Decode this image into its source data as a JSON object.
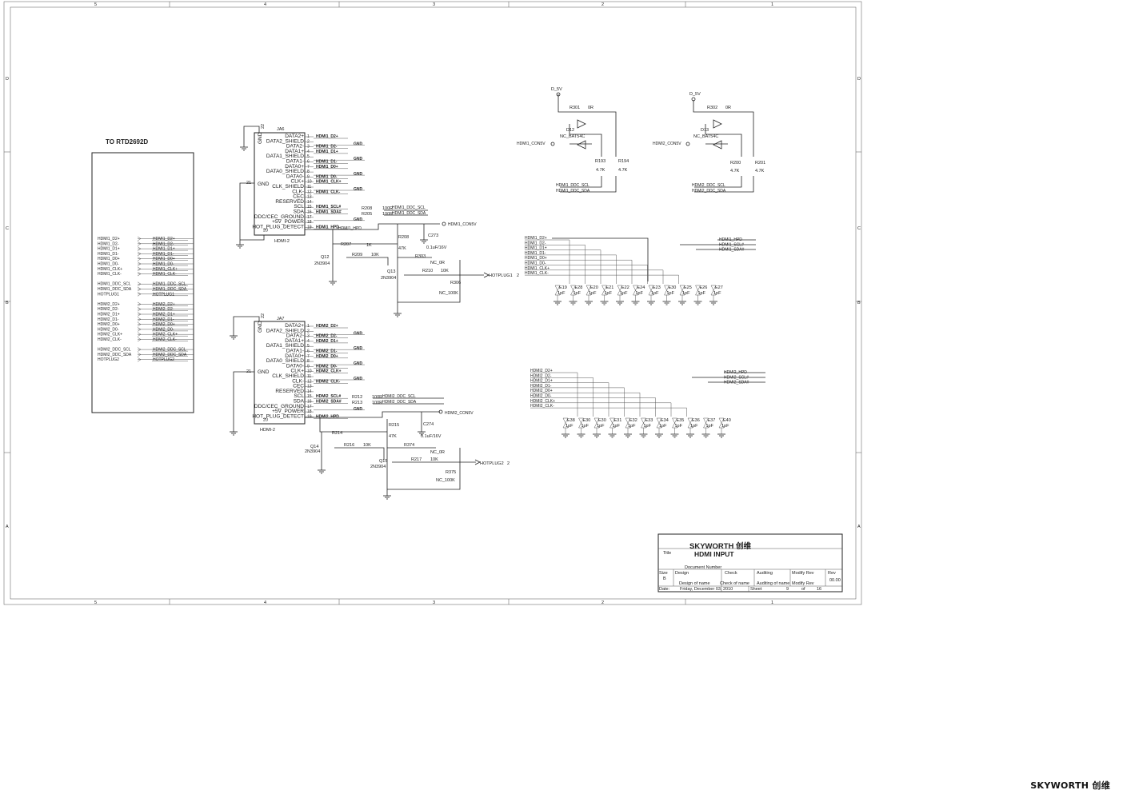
{
  "footer_brand": "SKYWORTH 创维",
  "border": {
    "columns_top": [
      "5",
      "4",
      "3",
      "2",
      "1"
    ],
    "columns_bottom": [
      "5",
      "4",
      "3",
      "2",
      "1"
    ],
    "rows_left": [
      "D",
      "C",
      "B",
      "A"
    ],
    "rows_right": [
      "D",
      "C",
      "B",
      "A"
    ]
  },
  "mcu": {
    "title": "TO RTD2692D",
    "nets": [
      "HDMI1_D2+",
      "HDMI1_D2-",
      "HDMI1_D1+",
      "HDMI1_D1-",
      "HDMI1_D0+",
      "HDMI1_D0-",
      "HDMI1_CLK+",
      "HDMI1_CLK-",
      "",
      "HDMI1_DDC_SCL",
      "HDMI1_DDC_SDA",
      "HOTPLUG1",
      "",
      "HDMI2_D2+",
      "HDMI2_D2-",
      "HDMI2_D1+",
      "HDMI2_D1-",
      "HDMI2_D0+",
      "HDMI2_D0-",
      "HDMI2_CLK+",
      "HDMI2_CLK-",
      "",
      "HDMI2_DDC_SCL",
      "HDMI2_DDC_SDA",
      "HOTPLUG2"
    ]
  },
  "connector1": {
    "ref": "JA6",
    "part": "HDMI-2",
    "gnd_label": "GND",
    "gnd_pin": "22",
    "gnd_pin2": "21",
    "gnd_pin3": "20",
    "pin_names": [
      "DATA2+",
      "DATA2_SHIELD",
      "DATA2-",
      "DATA1+",
      "DATA1_SHIELD",
      "DATA1-",
      "DATA0+",
      "DATA0_SHIELD",
      "DATA0-",
      "CLK+",
      "CLK_SHIELD",
      "CLK-",
      "CEC",
      "RESERVED",
      "SCL",
      "SDA",
      "DDC/CEC_GROUND",
      "+5V_POWER",
      "HOT_PLUG_DETECT"
    ],
    "pin_nets": [
      "HDMI1_D2+",
      "GND",
      "HDMI1_D2-",
      "HDMI1_D1+",
      "GND",
      "HDMI1_D1-",
      "HDMI1_D0+",
      "GND",
      "HDMI1_D0-",
      "HDMI1_CLK+",
      "GND",
      "HDMI1_CLK-",
      "",
      "",
      "HDMI1_SCL#",
      "HDMI1_SDA#",
      "GND",
      "",
      "HDMI1_HPD"
    ]
  },
  "connector2": {
    "ref": "JA7",
    "part": "HDMI-2",
    "gnd_label": "GND",
    "gnd_pin": "22",
    "gnd_pin2": "21",
    "gnd_pin3": "20",
    "pin_names": [
      "DATA2+",
      "DATA2_SHIELD",
      "DATA2-",
      "DATA1+",
      "DATA1_SHIELD",
      "DATA1-",
      "DATA0+",
      "DATA0_SHIELD",
      "DATA0-",
      "CLK+",
      "CLK_SHIELD",
      "CLK-",
      "CEC",
      "RESERVED",
      "SCL",
      "SDA",
      "DDC/CEC_GROUND",
      "+5V_POWER",
      "HOT_PLUG_DETECT"
    ],
    "pin_nets": [
      "HDMI2_D2+",
      "GND",
      "HDMI2_D2-",
      "HDMI2_D1+",
      "GND",
      "HDMI2_D1-",
      "HDMI2_D0+",
      "GND",
      "HDMI2_D0-",
      "HDMI2_CLK+",
      "GND",
      "HDMI2_CLK-",
      "",
      "",
      "HDMI2_SCL#",
      "HDMI2_SDA#",
      "GND",
      "",
      "HDMI2_HPD"
    ]
  },
  "ddc1": {
    "r1": "R208",
    "r2": "R205",
    "rv": "100R",
    "net1": "HDMI1_DDC_SCL",
    "net2": "HDMI1_DDC_SDA",
    "con5v": "HDMI1_CON5V",
    "hpd": "HDMI1_HPD"
  },
  "ddc2": {
    "r1": "R212",
    "r2": "R213",
    "rv": "100R",
    "net1": "HDMI2_DDC_SCL",
    "net2": "HDMI2_DDC_SDA",
    "con5v": "HDMI2_CON5V",
    "hpd": "HDMI2_HPD"
  },
  "hp1": {
    "q1": "Q12",
    "q1p": "2N3904",
    "q2": "Q13",
    "q2p": "2N3904",
    "r207": "R207",
    "r207v": "1K",
    "r209": "R209",
    "r209v": "10K",
    "r208": "R208",
    "r208v": "47K",
    "c": "C273",
    "cv": "0.1uF/16V",
    "r303": "R303",
    "r303v": "NC_0R",
    "r210": "R210",
    "r210v": "10K",
    "r306": "R306",
    "r306v": "NC_100K",
    "out": "HOTPLUG1",
    "outpin": "2"
  },
  "hp2": {
    "q1": "Q14",
    "q1p": "2N3904",
    "q2": "Q15",
    "q2p": "2N3904",
    "r207": "R214",
    "r207v": "",
    "r209": "R216",
    "r209v": "10K",
    "r208": "R215",
    "r208v": "47K",
    "c": "C274",
    "cv": "0.1uF/16V",
    "r303": "R374",
    "r303v": "NC_0R",
    "r210": "R217",
    "r210v": "10K",
    "r306": "R375",
    "r306v": "NC_100K",
    "out": "HOTPLUG2",
    "outpin": "2"
  },
  "pwr1": {
    "rail": "D_5V",
    "r1": "R301",
    "r1v": "0R",
    "d": "D12",
    "dp": "NC_BAT54C",
    "con": "HDMI1_CON5V",
    "ra": "R193",
    "rav": "4.7K",
    "rb": "R194",
    "rbv": "4.7K",
    "scl": "HDMI1_DDC_SCL",
    "sda": "HDMI1_DDC_SDA"
  },
  "pwr2": {
    "rail": "D_5V",
    "r1": "R302",
    "r1v": "0R",
    "d": "D13",
    "dp": "NC_BAT54C",
    "con": "HDMI2_CON5V",
    "ra": "R200",
    "rav": "4.7K",
    "rb": "R201",
    "rbv": "4.7K",
    "scl": "HDMI2_DDC_SCL",
    "sda": "HDMI2_DDC_SDA"
  },
  "esd1": {
    "nets": [
      "HDMI1_D2+",
      "HDMI1_D2-",
      "HDMI1_D1+",
      "HDMI1_D1-",
      "HDMI1_D0+",
      "HDMI1_D0-",
      "HDMI1_CLK+",
      "HDMI1_CLK-"
    ],
    "nets_right": [
      "HDMI1_HPD",
      "HDMI1_SCL#",
      "HDMI1_SDA#"
    ],
    "refs": [
      "E19",
      "E28",
      "E20",
      "E21",
      "E22",
      "E24",
      "E23",
      "E30",
      "E25",
      "E26",
      "E27"
    ],
    "value": "1pF"
  },
  "esd2": {
    "nets": [
      "HDMI2_D2+",
      "HDMI2_D2-",
      "HDMI2_D1+",
      "HDMI2_D1-",
      "HDMI2_D0+",
      "HDMI2_D0-",
      "HDMI2_CLK+",
      "HDMI2_CLK-"
    ],
    "nets_right": [
      "HDMI2_HPD",
      "HDMI2_SCL#",
      "HDMI2_SDA#"
    ],
    "refs": [
      "E38",
      "E30",
      "E30",
      "E31",
      "E32",
      "E33",
      "E34",
      "E35",
      "E36",
      "E37",
      "E40"
    ],
    "value": "1pF"
  },
  "title_block": {
    "company": "SKYWORTH 创维",
    "title_label": "Title",
    "title": "HDMI INPUT",
    "docnum_label": "Document Number",
    "size_label": "Size",
    "size": "B",
    "design_label": "Design",
    "design_of_name": "Design of name",
    "check_label": "Check",
    "check_of_name": "Check of name",
    "auditing_label": "Auditing",
    "auditing_of_name": "Auditing of name",
    "modify_label": "Modify Rev",
    "modify_rev": "Modify Rev",
    "rev_label": "Rev",
    "rev": "00.00",
    "date_label": "Date:",
    "date": "Friday, December 03, 2010",
    "sheet_label": "Sheet",
    "sheet": "9",
    "of_label": "of",
    "of": "16"
  }
}
